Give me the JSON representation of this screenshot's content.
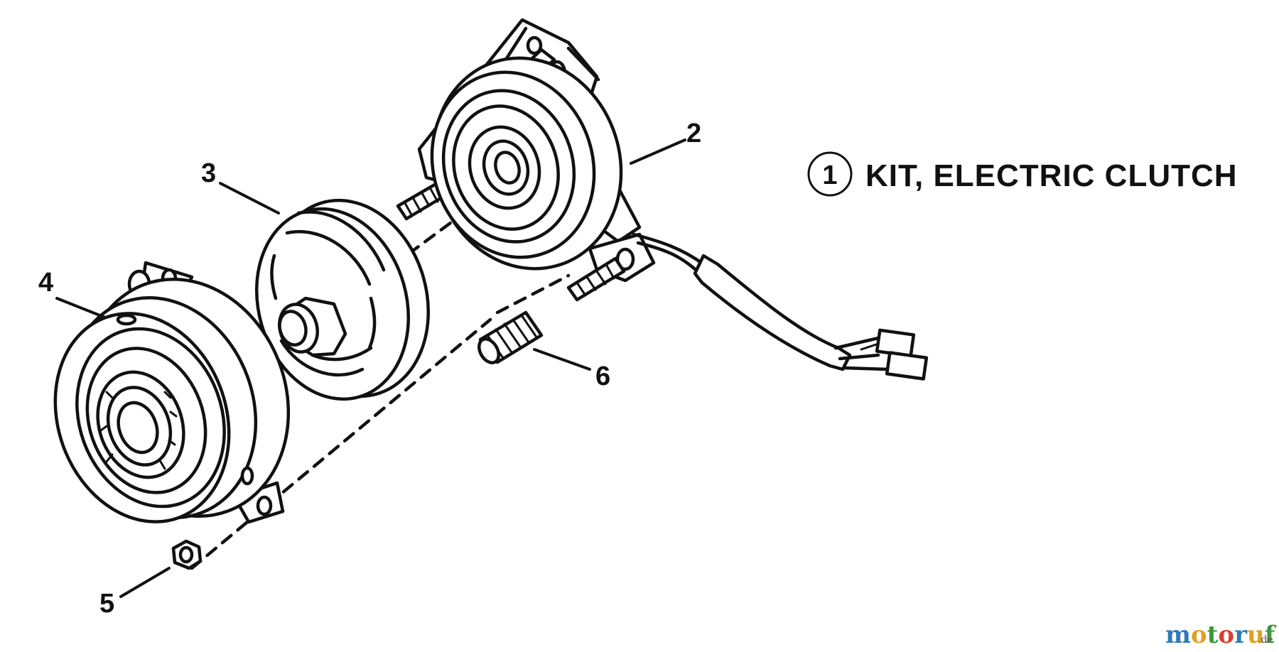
{
  "title": {
    "number": "1",
    "text": "KIT, ELECTRIC CLUTCH"
  },
  "callouts": [
    {
      "id": "part-2",
      "label": "2"
    },
    {
      "id": "part-3",
      "label": "3"
    },
    {
      "id": "part-4",
      "label": "4"
    },
    {
      "id": "part-5",
      "label": "5"
    },
    {
      "id": "part-6",
      "label": "6"
    }
  ],
  "watermark": {
    "main": "motoruf",
    "suffix": ".de",
    "colors": {
      "m": "#2f7ab8",
      "o1": "#e0a020",
      "t": "#3a9a3a",
      "o2": "#d84030",
      "r": "#2f7ab8",
      "u": "#e0a020",
      "f": "#3a9a3a"
    }
  },
  "colors": {
    "ink": "#111111",
    "background": "#ffffff"
  }
}
